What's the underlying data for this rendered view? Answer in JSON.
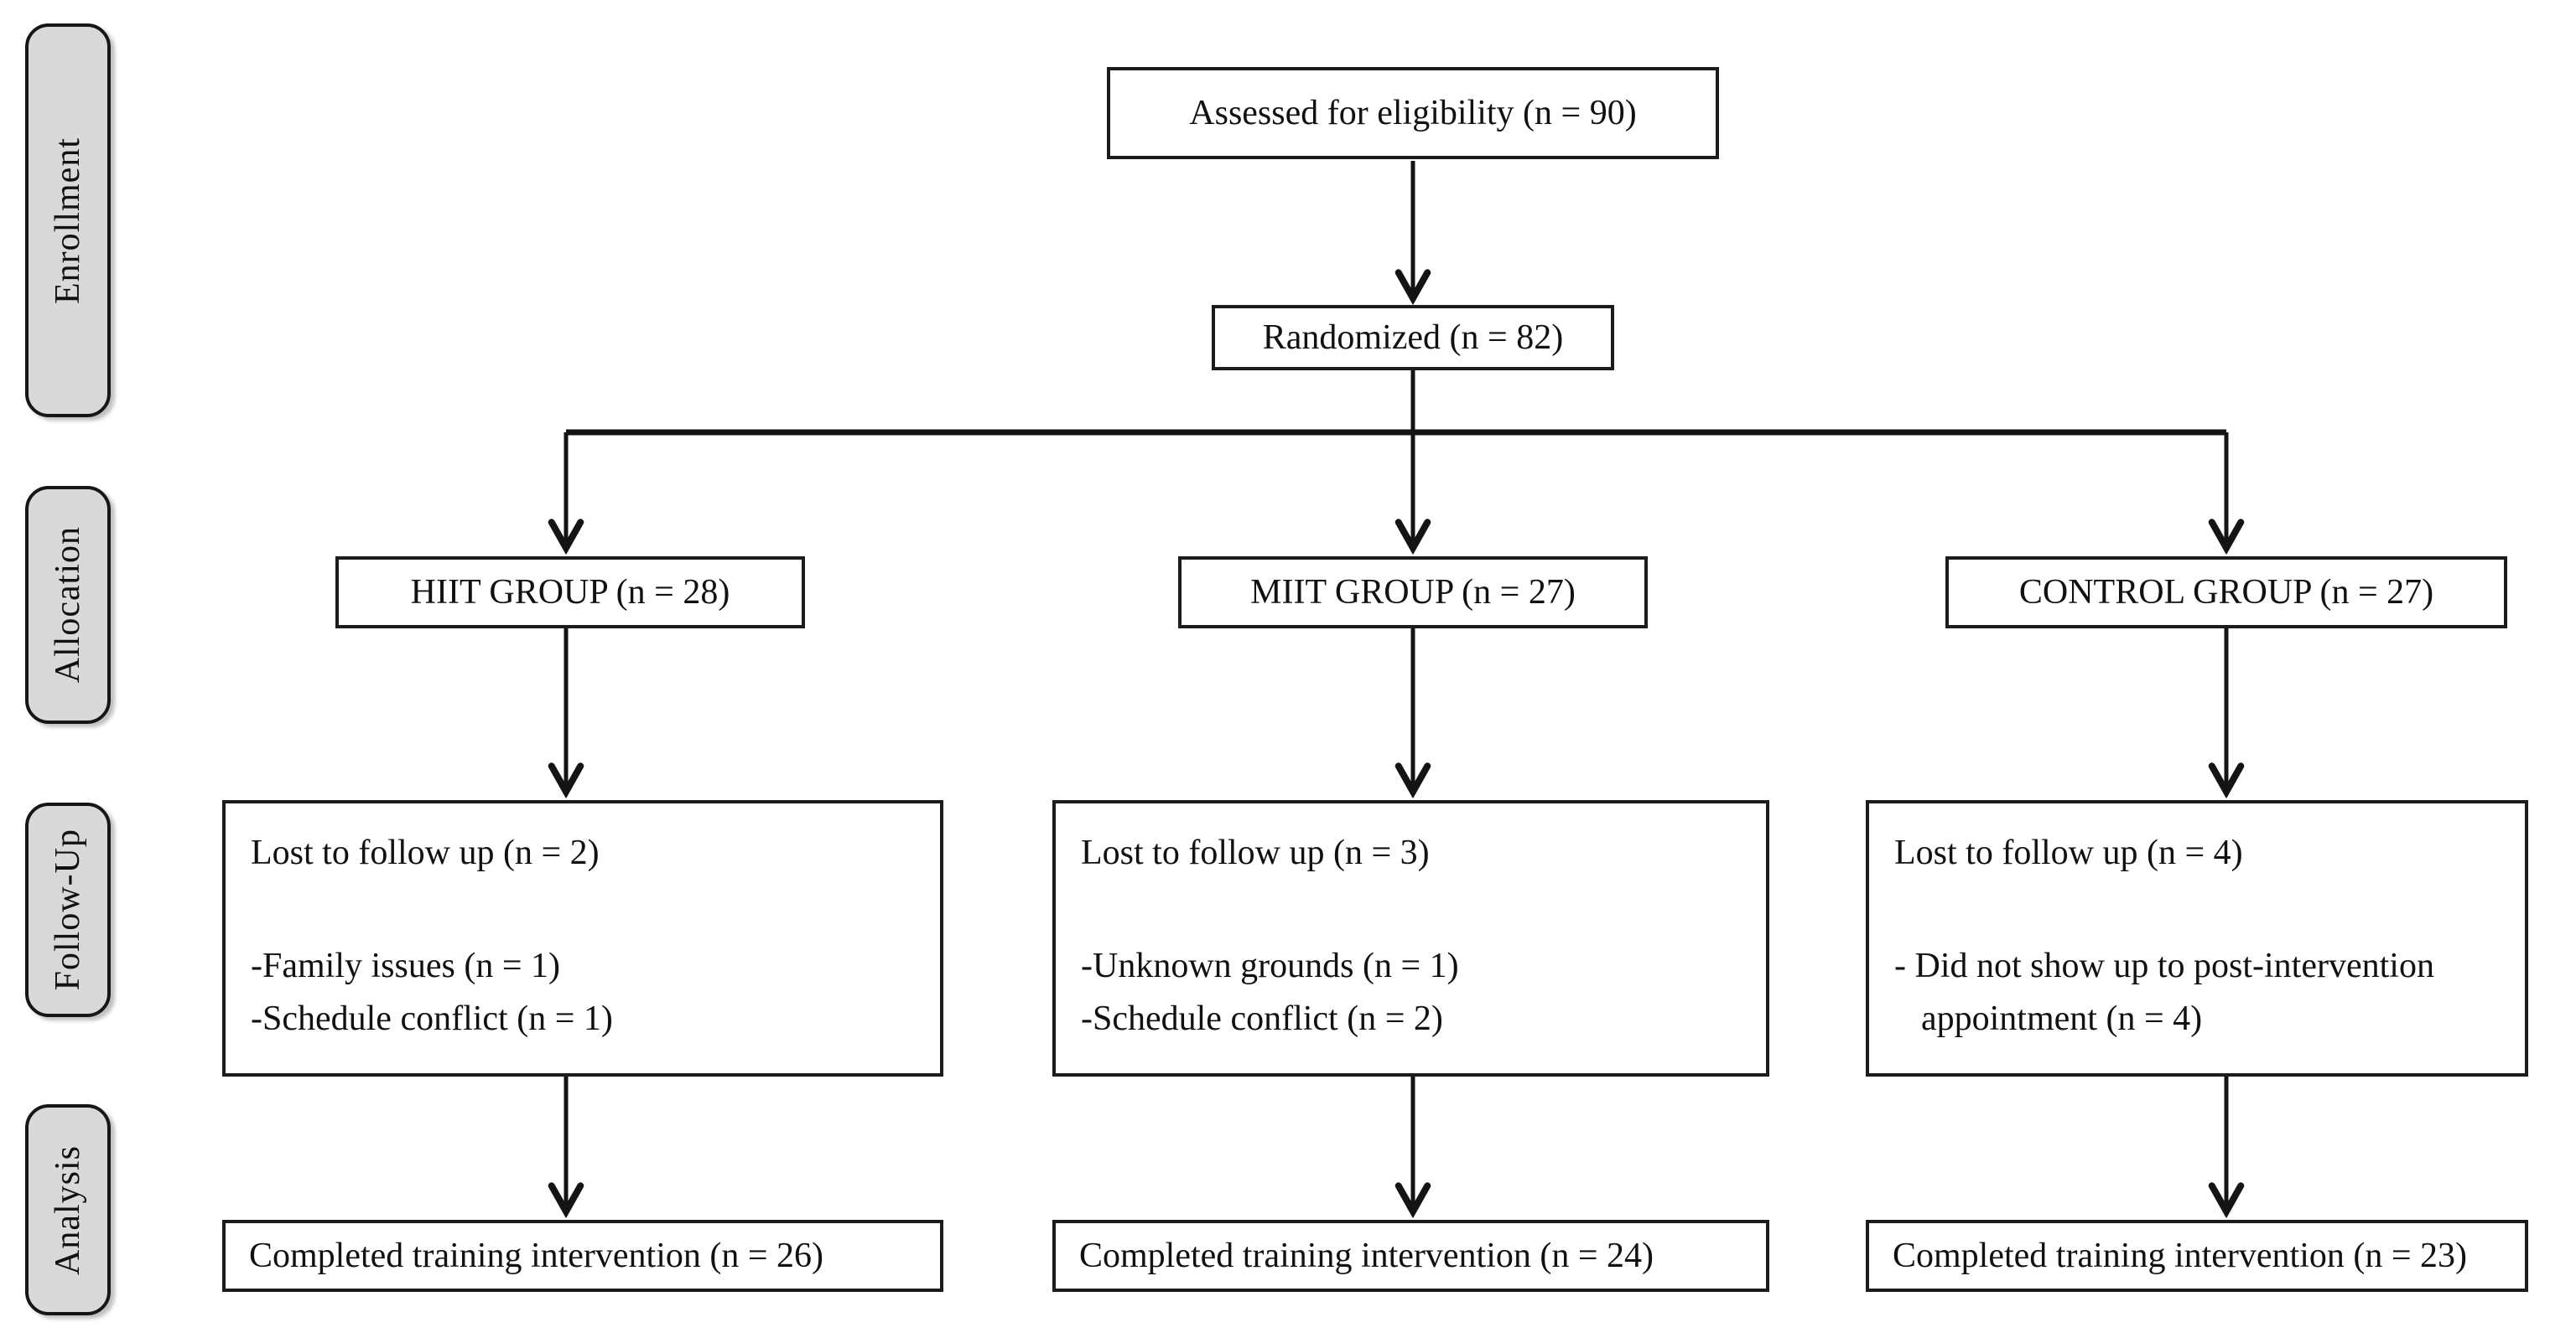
{
  "stages": {
    "enrollment": "Enrollment",
    "allocation": "Allocation",
    "follow_up": "Follow-Up",
    "analysis": "Analysis"
  },
  "enrollment": {
    "assessed": "Assessed for eligibility (n = 90)",
    "randomized": "Randomized (n = 82)"
  },
  "columns": [
    {
      "group": "HIIT GROUP (n = 28)",
      "lost_title": "Lost to follow up (n = 2)",
      "lost_reasons": [
        "-Family issues (n = 1)",
        "-Schedule conflict (n = 1)"
      ],
      "completed": "Completed training intervention (n = 26)"
    },
    {
      "group": "MIIT GROUP (n = 27)",
      "lost_title": "Lost to follow up (n = 3)",
      "lost_reasons": [
        "-Unknown grounds (n = 1)",
        "-Schedule conflict (n = 2)"
      ],
      "completed": "Completed training intervention (n = 24)"
    },
    {
      "group": "CONTROL GROUP (n = 27)",
      "lost_title": "Lost to follow up (n = 4)",
      "lost_reasons": [
        "- Did not show up to post-intervention appointment (n = 4)"
      ],
      "completed": "Completed training intervention (n = 23)"
    }
  ],
  "colors": {
    "box_border": "#1c1c1c",
    "box_fill": "#ffffff",
    "tab_fill": "#d9d9d9",
    "tab_border": "#161616",
    "line": "#141414"
  }
}
